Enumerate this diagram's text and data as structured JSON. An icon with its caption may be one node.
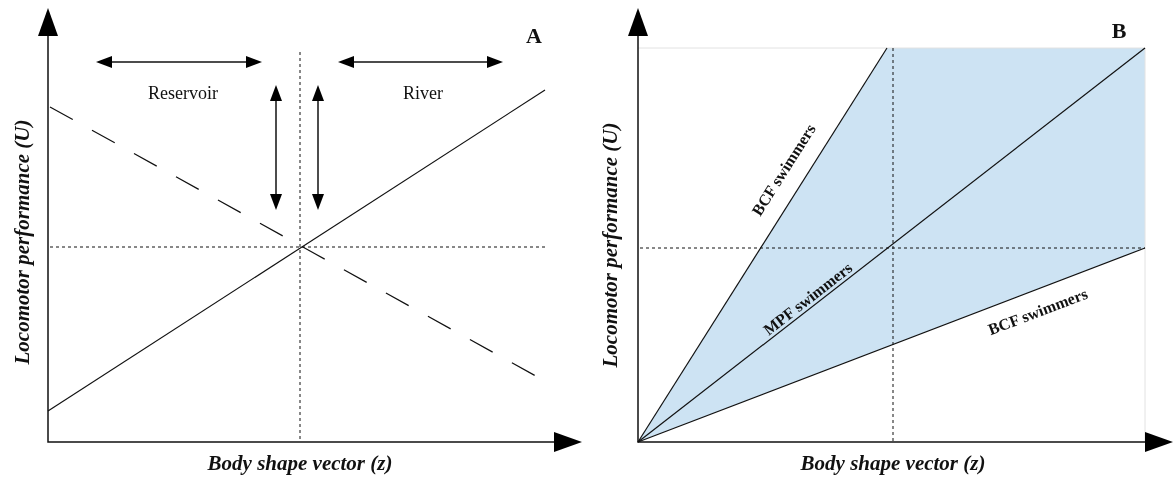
{
  "diagram": {
    "labels": [
      "A",
      "Reservoir",
      "River",
      "Locomotor performance (U)",
      "Body shape vector (z)",
      "B",
      "Locomotor performance (U)",
      "BCF swimmers",
      "MPF swimmers",
      "BCF swimmers",
      "Body shape vector (z)"
    ]
  }
}
